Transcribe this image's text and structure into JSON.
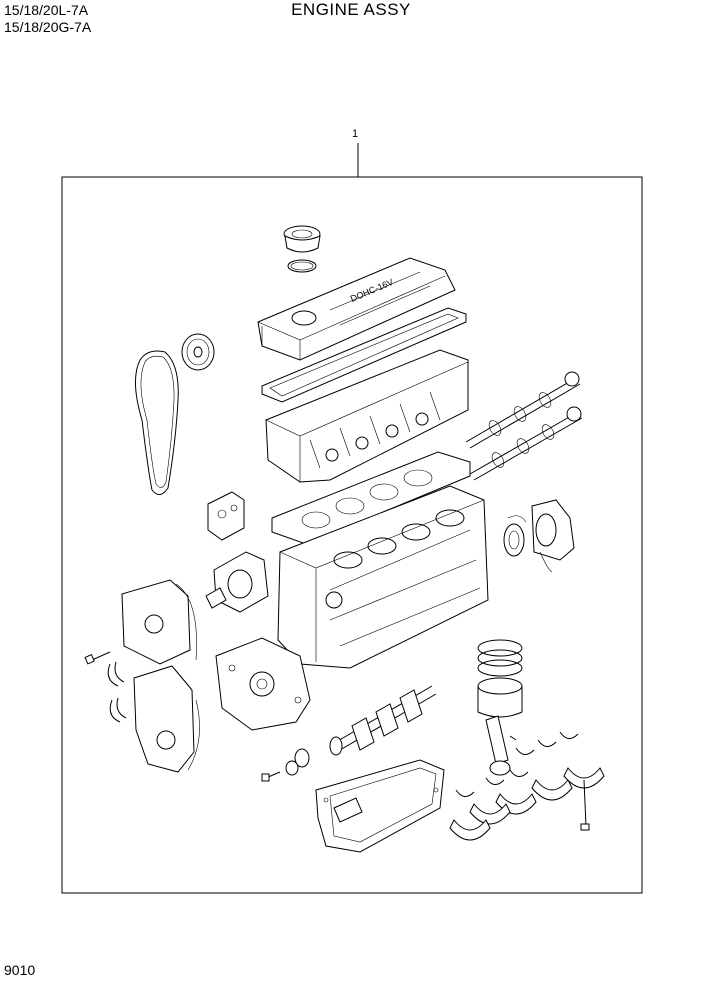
{
  "header": {
    "model_lines": [
      "15/18/20L-7A",
      "15/18/20G-7A"
    ],
    "title": "ENGINE ASSY"
  },
  "diagram": {
    "callout": "1",
    "parts_icons": [
      "oil-filler-cap-icon",
      "o-ring-icon",
      "rocker-cover-icon",
      "rocker-cover-gasket-icon",
      "cylinder-head-icon",
      "camshaft-icon",
      "timing-belt-icon",
      "cam-sprocket-icon",
      "head-gasket-icon",
      "cylinder-block-icon",
      "rear-oil-seal-case-icon",
      "engine-mount-bracket-icon",
      "water-pump-icon",
      "timing-cover-icon",
      "oil-pump-icon",
      "crankshaft-icon",
      "piston-icon",
      "piston-ring-icon",
      "connecting-rod-icon",
      "bearing-shell-icon",
      "main-bearing-cap-icon",
      "oil-pan-icon",
      "bolt-icon",
      "crank-gear-icon"
    ],
    "line_color": "#000000",
    "background": "#ffffff"
  },
  "footer": {
    "page_number": "9010"
  }
}
